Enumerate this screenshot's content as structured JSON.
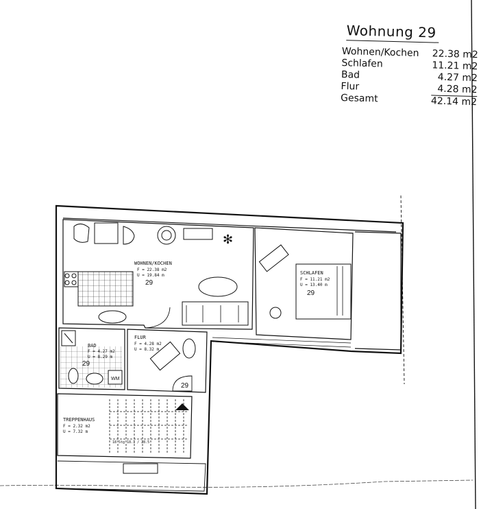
{
  "legend": {
    "title": "Wohnung 29",
    "rows": [
      {
        "name": "Wohnen/Kochen",
        "area": "22.38 m2"
      },
      {
        "name": "Schlafen",
        "area": "11.21 m2"
      },
      {
        "name": "Bad",
        "area": "4.27 m2"
      },
      {
        "name": "Flur",
        "area": "4.28 m2"
      },
      {
        "name": "Gesamt",
        "area": "42.14 m2"
      }
    ]
  },
  "rooms": {
    "wohnen": {
      "label": "WOHNEN/KOCHEN",
      "f": "F = 22.38 m2",
      "u": "U = 19.84 m",
      "num": "29"
    },
    "schlafen": {
      "label": "SCHLAFEN",
      "f": "F = 11.21 m2",
      "u": "U = 13.40 m",
      "num": "29"
    },
    "bad": {
      "label": "BAD",
      "f": "F = 4.27 m2",
      "u": "U = 8.29 m",
      "num": "29"
    },
    "flur": {
      "label": "FLUR",
      "f": "F = 4.28 m2",
      "u": "U = 8.32 m",
      "num": "29"
    },
    "treppenhaus": {
      "label": "TREPPENHAUS",
      "f": "F = 2.32 m2",
      "u": "U = 7.32 m"
    }
  },
  "door_number": "29",
  "wm_label": "WM",
  "stair_note": "18 Stg 18.1 / 28.5"
}
